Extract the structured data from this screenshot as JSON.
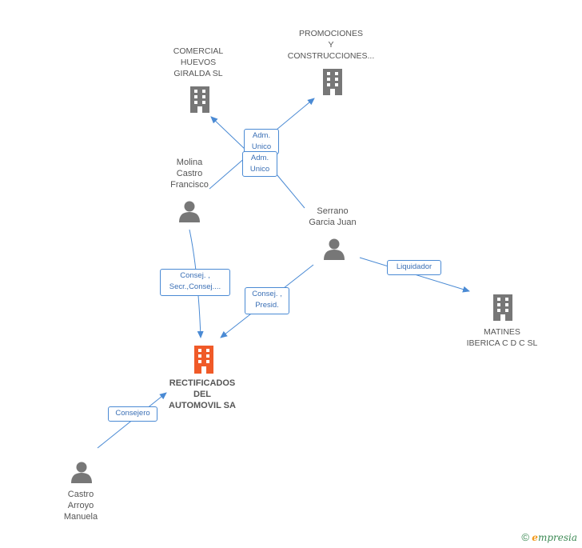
{
  "nodes": {
    "comercial": {
      "label": "COMERCIAL\nHUEVOS\nGIRALDA  SL"
    },
    "promociones": {
      "label": "PROMOCIONES\nY\nCONSTRUCCIONES..."
    },
    "molina": {
      "label": "Molina\nCastro\nFrancisco"
    },
    "serrano": {
      "label": "Serrano\nGarcia Juan"
    },
    "matines": {
      "label": "MATINES\nIBERICA C D C SL"
    },
    "rectificados": {
      "label": "RECTIFICADOS\nDEL\nAUTOMOVIL SA"
    },
    "castro": {
      "label": "Castro\nArroyo\nManuela"
    }
  },
  "edges": {
    "adm_unico_1": "Adm.\nUnico",
    "adm_unico_2": "Adm.\nUnico",
    "consej_secr": "Consej. ,\nSecr.,Consej....",
    "consej_presid": "Consej. ,\nPresid.",
    "liquidador": "Liquidador",
    "consejero": "Consejero"
  },
  "colors": {
    "company": "#777777",
    "main_company": "#f05a28",
    "person": "#777777",
    "edge": "#4a8ad4"
  },
  "brand": {
    "symbol": "©",
    "initial": "e",
    "name": "mpresia"
  }
}
